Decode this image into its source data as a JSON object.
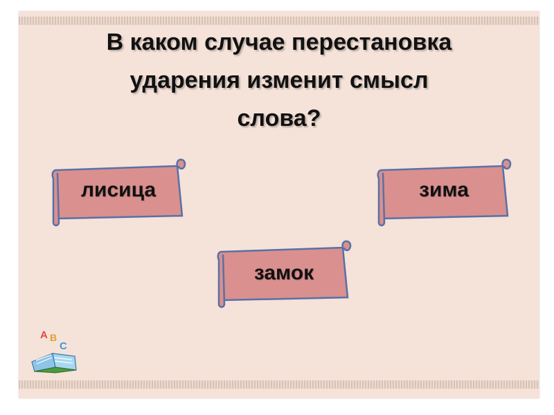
{
  "slide": {
    "title_lines": [
      "В каком случае перестановка",
      "ударения изменит смысл",
      "слова?"
    ]
  },
  "answers": [
    {
      "label": "лисица"
    },
    {
      "label": "зима"
    },
    {
      "label": "замок"
    }
  ],
  "logo": {
    "icon": "abc-book-icon",
    "letters": [
      "A",
      "B",
      "C"
    ]
  },
  "colors": {
    "slide_background": "#f5e2d8",
    "scroll_fill": "#d9908e",
    "scroll_outline": "#5870a8",
    "title_text": "#111111"
  }
}
